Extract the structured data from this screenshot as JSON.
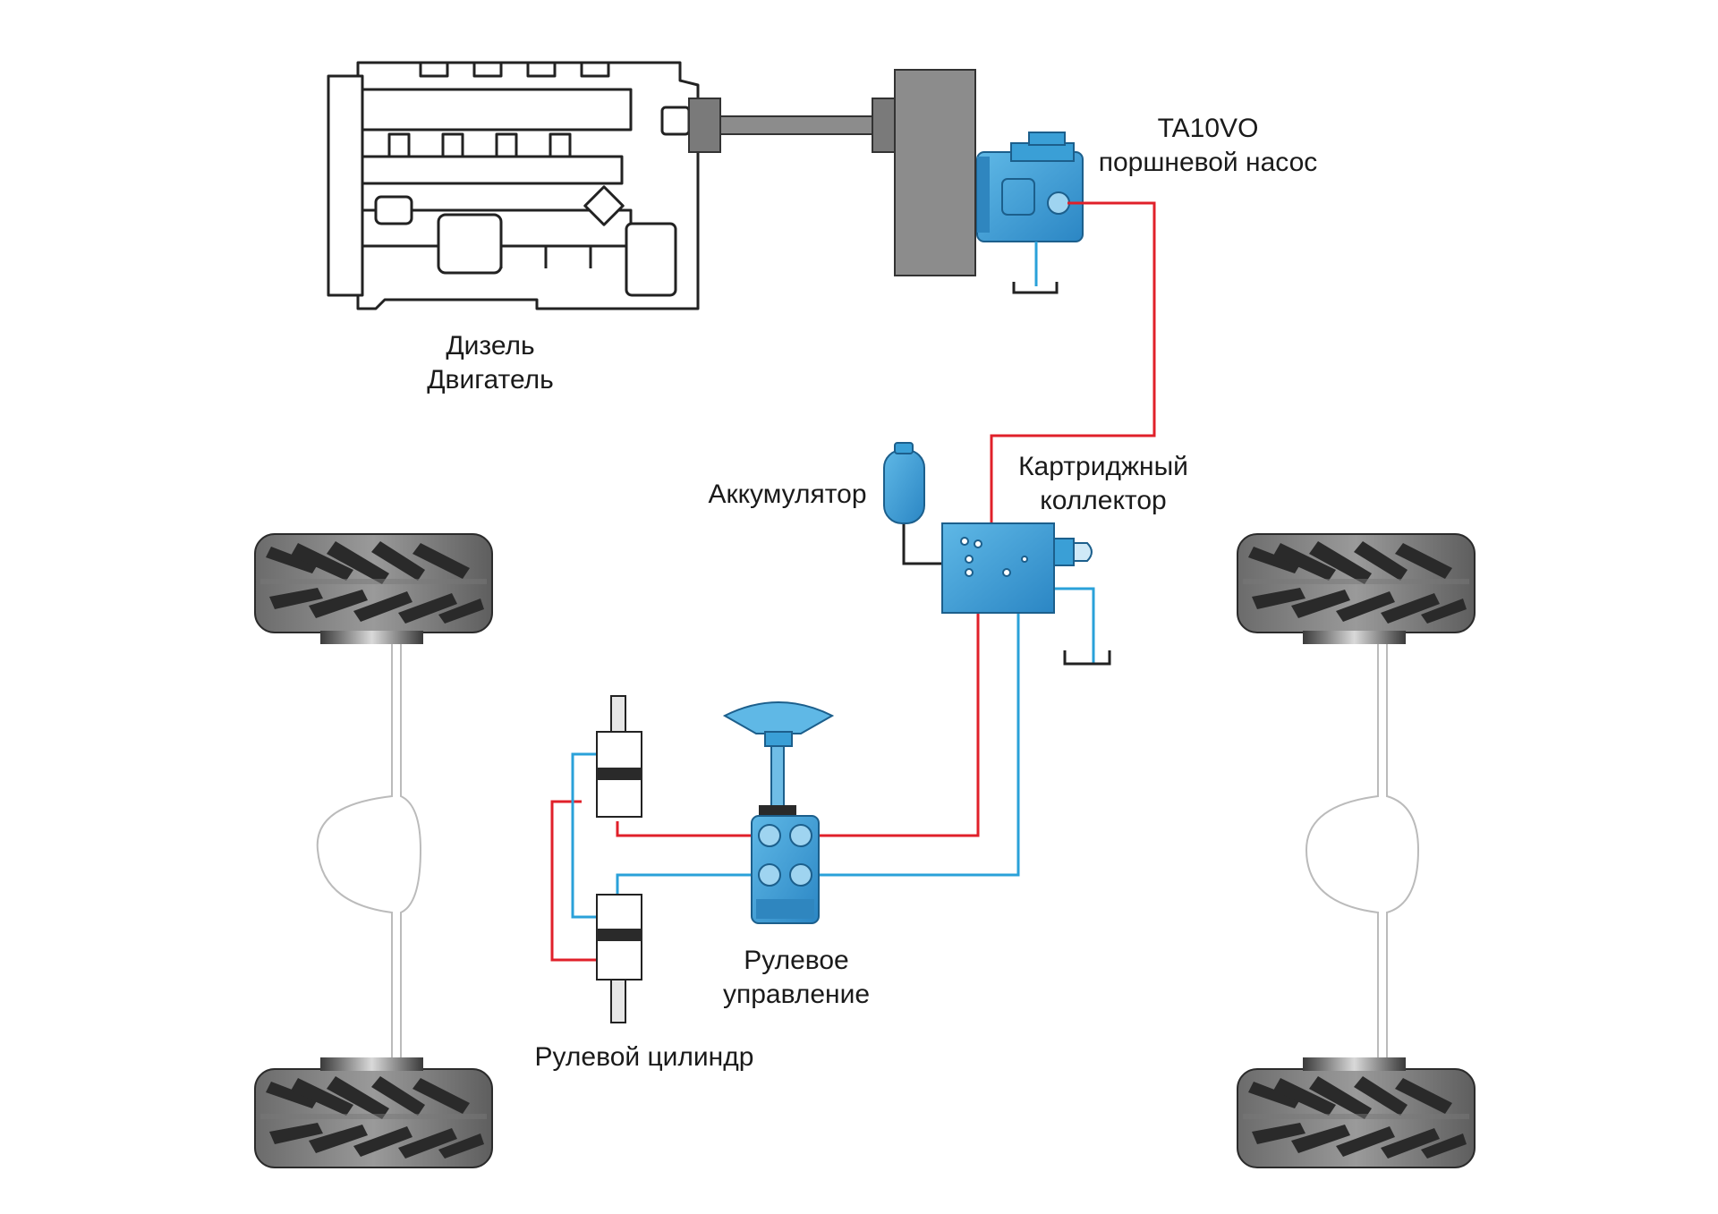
{
  "labels": {
    "engine": [
      "Дизель",
      "Двигатель"
    ],
    "pump": [
      "TA10VO",
      "поршневой насос"
    ],
    "accumulator": "Аккумулятор",
    "manifold": [
      "Картриджный",
      "коллектор"
    ],
    "steering_unit": [
      "Рулевое",
      "управление"
    ],
    "steering_cylinder": "Рулевой цилиндр"
  },
  "colors": {
    "pressure_line": "#e0202a",
    "return_line": "#2aa1d9",
    "component_blue": "#3a9fd6",
    "tire": "#4d4d4d",
    "engine_outline": "#222222",
    "gearbox": "#8c8c8c"
  },
  "icons": {
    "engine": "diesel-engine-icon",
    "pump": "piston-pump-icon",
    "accumulator": "accumulator-icon",
    "manifold": "cartridge-manifold-icon",
    "steering_unit": "steering-unit-icon",
    "cylinder": "hydraulic-cylinder-icon",
    "tire": "tire-icon",
    "tank": "tank-symbol-icon"
  }
}
